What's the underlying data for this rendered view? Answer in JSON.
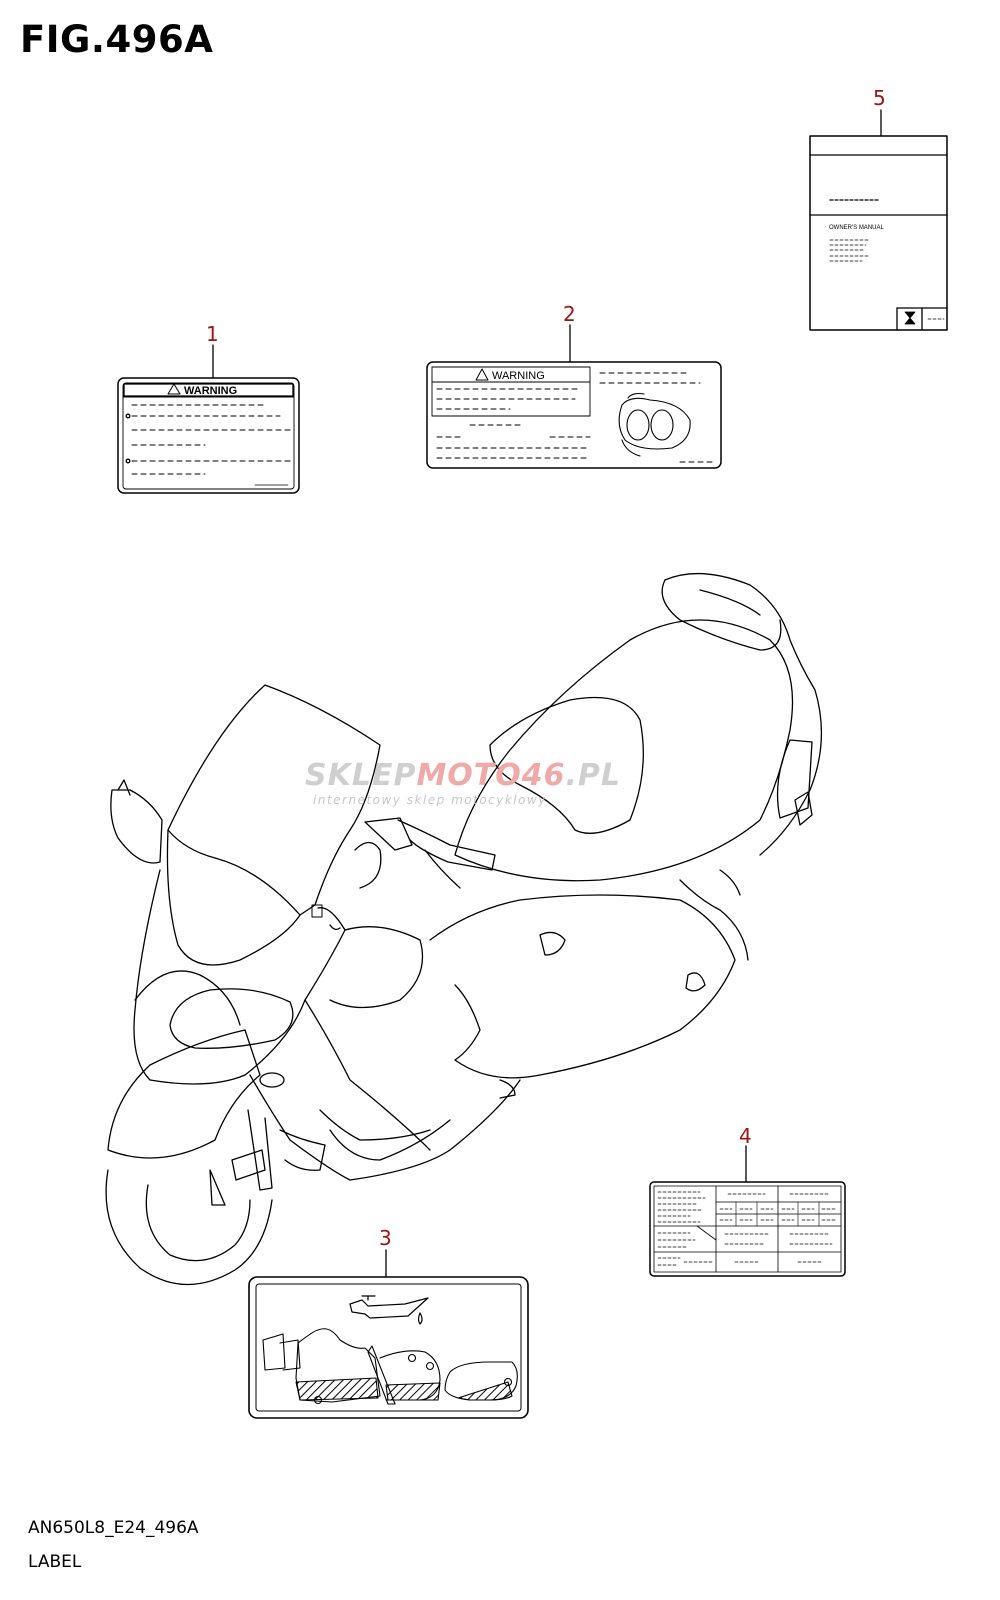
{
  "figure": {
    "title": "FIG.496A",
    "code": "AN650L8_E24_496A",
    "name": "LABEL"
  },
  "watermark": {
    "brand_gray_1": "SKLEP",
    "brand_red": "MOTO46",
    "brand_gray_2": ".PL",
    "tagline": "internetowy sklep motocyklowy"
  },
  "callouts": [
    "1",
    "2",
    "3",
    "4",
    "5"
  ],
  "labels": {
    "warning_1": "WARNING",
    "warning_2": "WARNING",
    "manual": "OWNER'S MANUAL"
  },
  "colors": {
    "callout": "#a01414",
    "watermark_red": "#f0a8a8",
    "watermark_gray": "#cfcfcf"
  }
}
